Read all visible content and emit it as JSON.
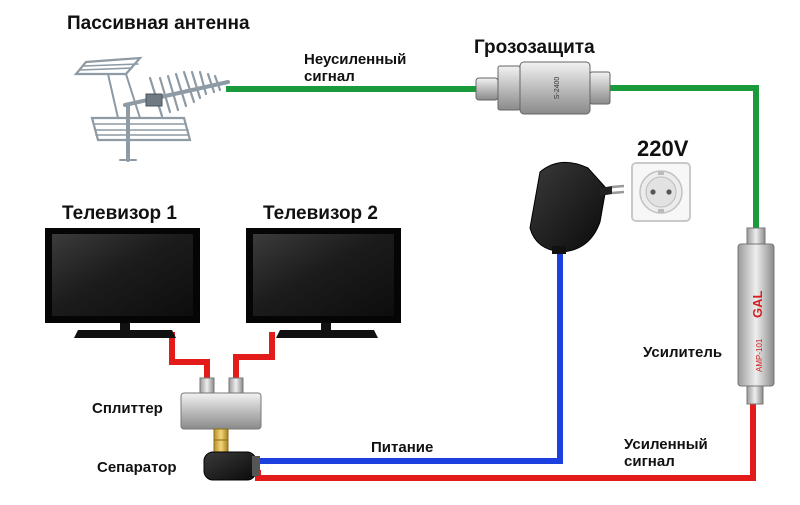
{
  "labels": {
    "antenna": "Пассивная антенна",
    "unamplified": "Неусиленный\nсигнал",
    "surge": "Грозозащита",
    "voltage": "220V",
    "tv1": "Телевизор 1",
    "tv2": "Телевизор 2",
    "splitter": "Сплиттер",
    "separator": "Сепаратор",
    "power": "Питание",
    "amplifier": "Усилитель",
    "amplified": "Усиленный\nсигнал"
  },
  "device_text": {
    "amp_brand": "GAL",
    "amp_model": "AMP-101",
    "surge_model": "S-2400"
  },
  "colors": {
    "unamplified_cable": "#1a9a3a",
    "amplified_cable": "#e31b1b",
    "power_cable": "#1c3fe0",
    "tv_cable": "#e31b1b"
  }
}
